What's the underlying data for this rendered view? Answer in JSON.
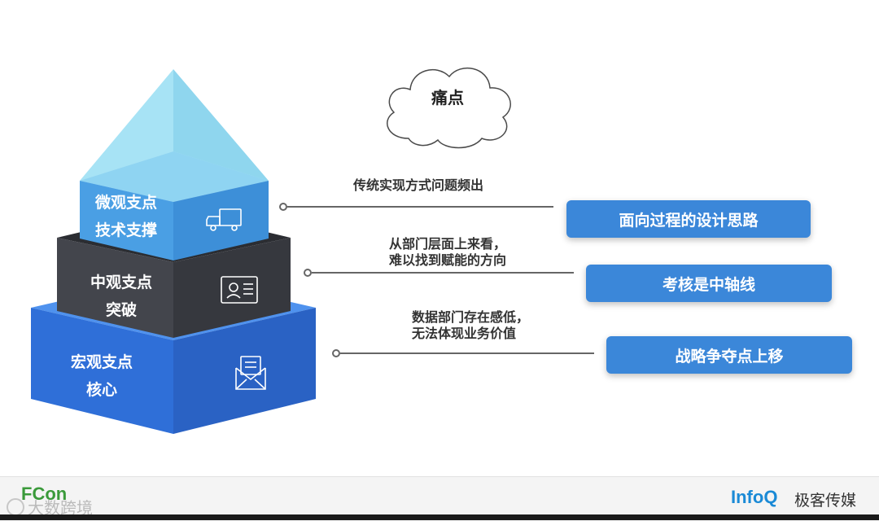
{
  "cloud_label": "痛点",
  "tiers": [
    {
      "line1": "微观支点",
      "line2": "技术支撑",
      "icon": "truck-icon"
    },
    {
      "line1": "中观支点",
      "line2": "突破",
      "icon": "id-card-icon"
    },
    {
      "line1": "宏观支点",
      "line2": "核心",
      "icon": "mail-icon"
    }
  ],
  "pain_points": [
    {
      "line1": "传统实现方式问题频出",
      "line2": ""
    },
    {
      "line1": "从部门层面上来看，",
      "line2": "难以找到赋能的方向"
    },
    {
      "line1": "数据部门存在感低，",
      "line2": "无法体现业务价值"
    }
  ],
  "solutions": [
    "面向过程的设计思路",
    "考核是中轴线",
    "战略争夺点上移"
  ],
  "footer": {
    "left_logo": "FCon",
    "left_watermark": "大数跨境",
    "right_logo": "InfoQ",
    "right_brand": "极客传媒"
  },
  "colors": {
    "box": "#3b87d9",
    "top_tier": "#4a9fe4",
    "mid_tier": "#3f4148",
    "bottom_tier": "#2f6fd8",
    "pyramid_tip": "#a7e3f5",
    "infoq_blue": "#1a8ad6",
    "fcon_green": "#3a9a3a"
  }
}
